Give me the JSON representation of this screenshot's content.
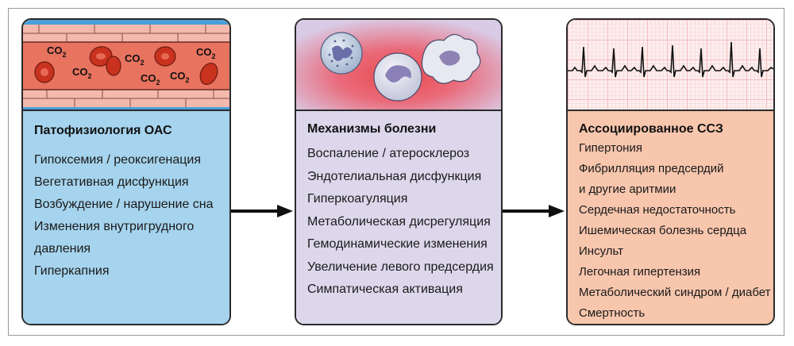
{
  "panels": [
    {
      "title": "Патофизиология ОАС",
      "items": [
        "Гипоксемия / реоксигенация",
        "Вегетативная дисфункция",
        "Возбуждение / нарушение сна",
        "Изменения внутригрудного",
        "давления",
        "Гиперкапния"
      ],
      "co2_labels": [
        "CO",
        "CO",
        "CO",
        "CO",
        "CO",
        "CO"
      ],
      "co2_subscript": "2",
      "color": "#a6d4ee"
    },
    {
      "title": "Механизмы болезни",
      "items": [
        "Воспаление / атеросклероз",
        "Эндотелиальная дисфункция",
        "Гиперкоагуляция",
        "Метаболическая дисрегуляция",
        "Гемодинамические изменения",
        "Увеличение левого предсердия",
        "Симпатическая активация"
      ],
      "color": "#ddd7ec"
    },
    {
      "title": "Ассоциированное ССЗ",
      "items": [
        "Гипертония",
        "Фибрилляция предсердий",
        "и другие аритмии",
        "Сердечная недостаточность",
        "Ишемическая болезнь сердца",
        "Инсульт",
        "Легочная гипертензия",
        "Метаболический синдром / диабет",
        "Смертность"
      ],
      "color": "#f7c6ad"
    }
  ],
  "colors": {
    "blood_vessel": "#e8735f",
    "red_cell": "#c8321e",
    "inflammation_glow": "#e84a4a",
    "ecg_grid": "#f0a6a6",
    "arrow": "#111111"
  },
  "icons": [
    "blood-vessel-icon",
    "blood-cells-icon",
    "ecg-strip-icon",
    "arrow-right-icon"
  ]
}
